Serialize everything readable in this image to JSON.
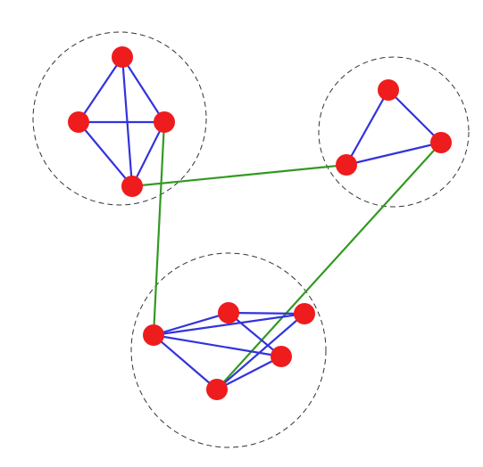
{
  "colors": {
    "background": "#ffffff",
    "node_fill": "#ee1c1c",
    "intra_edge": "#3333dd",
    "inter_edge": "#339922",
    "cluster_outline": "#333333"
  },
  "clusters": [
    {
      "id": "A",
      "nodes": [
        "a1",
        "a2",
        "a3",
        "a4"
      ]
    },
    {
      "id": "B",
      "nodes": [
        "b1",
        "b2",
        "b3"
      ]
    },
    {
      "id": "C",
      "nodes": [
        "c1",
        "c2",
        "c3",
        "c4",
        "c5"
      ]
    }
  ],
  "intra_edges": [
    [
      "a1",
      "a2"
    ],
    [
      "a1",
      "a3"
    ],
    [
      "a1",
      "a4"
    ],
    [
      "a2",
      "a3"
    ],
    [
      "a2",
      "a4"
    ],
    [
      "a3",
      "a4"
    ],
    [
      "b1",
      "b2"
    ],
    [
      "b1",
      "b3"
    ],
    [
      "b2",
      "b3"
    ],
    [
      "c1",
      "c2"
    ],
    [
      "c1",
      "c3"
    ],
    [
      "c1",
      "c4"
    ],
    [
      "c2",
      "c3"
    ],
    [
      "c2",
      "c4"
    ],
    [
      "c2",
      "c5"
    ],
    [
      "c4",
      "c5"
    ],
    [
      "c3",
      "c5"
    ]
  ],
  "inter_edges": [
    [
      "a4",
      "b3"
    ],
    [
      "a3",
      "c2"
    ],
    [
      "b2",
      "c5"
    ]
  ]
}
